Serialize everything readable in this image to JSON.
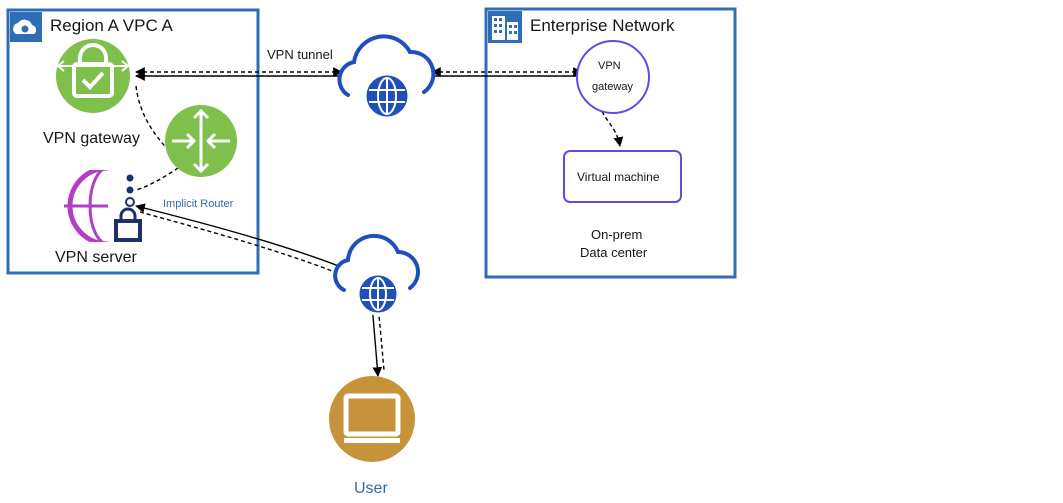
{
  "vpc": {
    "title": "Region A VPC A",
    "vpn_gateway_label": "VPN gateway",
    "implicit_router_label": "Implicit Router",
    "vpn_server_label": "VPN server"
  },
  "tunnel_label": "VPN tunnel",
  "enterprise": {
    "title": "Enterprise Network",
    "vpn_gateway_line1": "VPN",
    "vpn_gateway_line2": "gateway",
    "vm_label": "Virtual machine",
    "dc_line1": "On-prem",
    "dc_line2": "Data center"
  },
  "user_label": "User",
  "colors": {
    "container_border": "#2f6db5",
    "gateway_green": "#7ec04b",
    "user_gold": "#c6923a",
    "vm_border": "#5b4de8",
    "server_purple": "#b23ec6",
    "server_navy": "#1d2f6f"
  }
}
